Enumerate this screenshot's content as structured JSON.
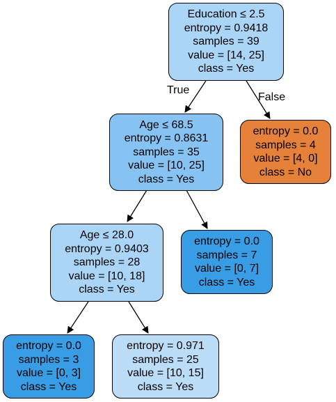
{
  "colors": {
    "light_blue": "#aad5f6",
    "mid_blue": "#86c3f2",
    "bright_blue": "#399de5",
    "pale_blue": "#bcddf7",
    "orange": "#e58139",
    "edge": "#000000"
  },
  "nodes": {
    "root": {
      "split": "Education ≤ 2.5",
      "entropy": "entropy = 0.9418",
      "samples": "samples = 39",
      "value": "value = [14, 25]",
      "class": "class = Yes"
    },
    "age_split": {
      "split": "Age ≤ 68.5",
      "entropy": "entropy = 0.8631",
      "samples": "samples = 35",
      "value": "value = [10, 25]",
      "class": "class = Yes"
    },
    "leaf_no": {
      "entropy": "entropy = 0.0",
      "samples": "samples = 4",
      "value": "value = [4, 0]",
      "class": "class = No"
    },
    "age_split_2": {
      "split": "Age ≤ 28.0",
      "entropy": "entropy = 0.9403",
      "samples": "samples = 28",
      "value": "value = [10, 18]",
      "class": "class = Yes"
    },
    "leaf_yes_7": {
      "entropy": "entropy = 0.0",
      "samples": "samples = 7",
      "value": "value = [0, 7]",
      "class": "class = Yes"
    },
    "leaf_yes_3": {
      "entropy": "entropy = 0.0",
      "samples": "samples = 3",
      "value": "value = [0, 3]",
      "class": "class = Yes"
    },
    "leaf_yes_25": {
      "entropy": "entropy = 0.971",
      "samples": "samples = 25",
      "value": "value = [10, 15]",
      "class": "class = Yes"
    }
  },
  "edge_labels": {
    "true_label": "True",
    "false_label": "False"
  }
}
